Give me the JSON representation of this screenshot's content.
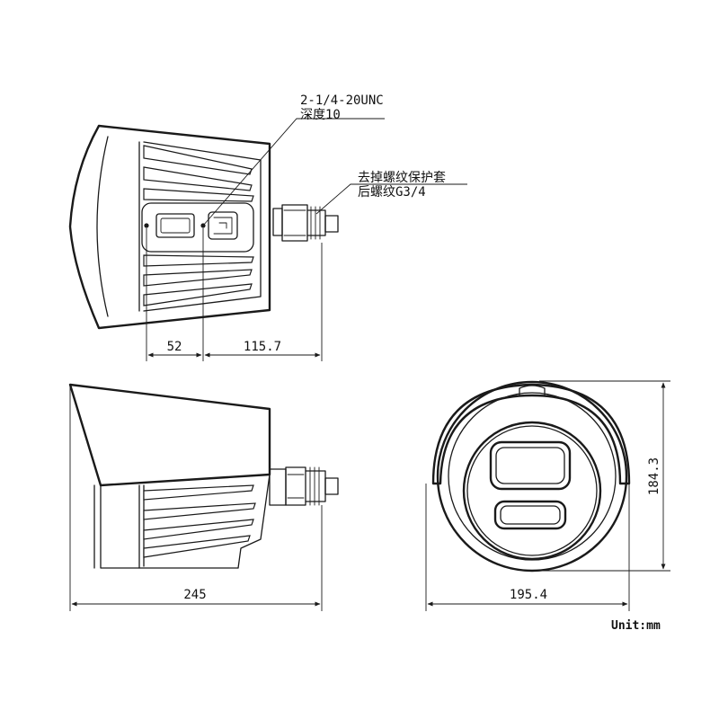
{
  "annotations": {
    "thread_spec_line1": "2-1/4-20UNC",
    "thread_spec_line2": "深度10",
    "rear_cap_line1": "去掉螺纹保护套",
    "rear_cap_line2": "后螺纹G3/4"
  },
  "dimensions": {
    "mount_offset": "52",
    "mount_to_rear": "115.7",
    "overall_length": "245",
    "overall_width": "195.4",
    "overall_height": "184.3"
  },
  "unit_label": "Unit:mm"
}
